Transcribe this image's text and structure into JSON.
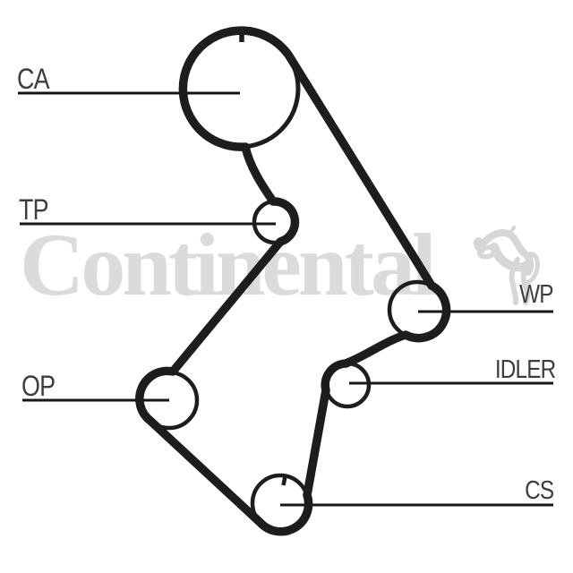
{
  "diagram": {
    "type": "timing-belt-routing",
    "background_color": "#ffffff",
    "belt_color": "#1d1d1d",
    "label_color": "#3d3d3d",
    "watermark": {
      "text": "Continental",
      "logo_icon": "rearing-horse",
      "color": "#dbdbdb"
    },
    "pulleys": [
      {
        "id": "CA",
        "label": "CA",
        "side": "left",
        "role": "camshaft-pulley"
      },
      {
        "id": "TP",
        "label": "TP",
        "side": "left",
        "role": "tensioner-pulley"
      },
      {
        "id": "OP",
        "label": "OP",
        "side": "left",
        "role": "oil-pump-pulley"
      },
      {
        "id": "WP",
        "label": "WP",
        "side": "right",
        "role": "water-pump-pulley"
      },
      {
        "id": "IDLER",
        "label": "IDLER",
        "side": "right",
        "role": "idler-pulley"
      },
      {
        "id": "CS",
        "label": "CS",
        "side": "right",
        "role": "crankshaft-pulley"
      }
    ]
  }
}
